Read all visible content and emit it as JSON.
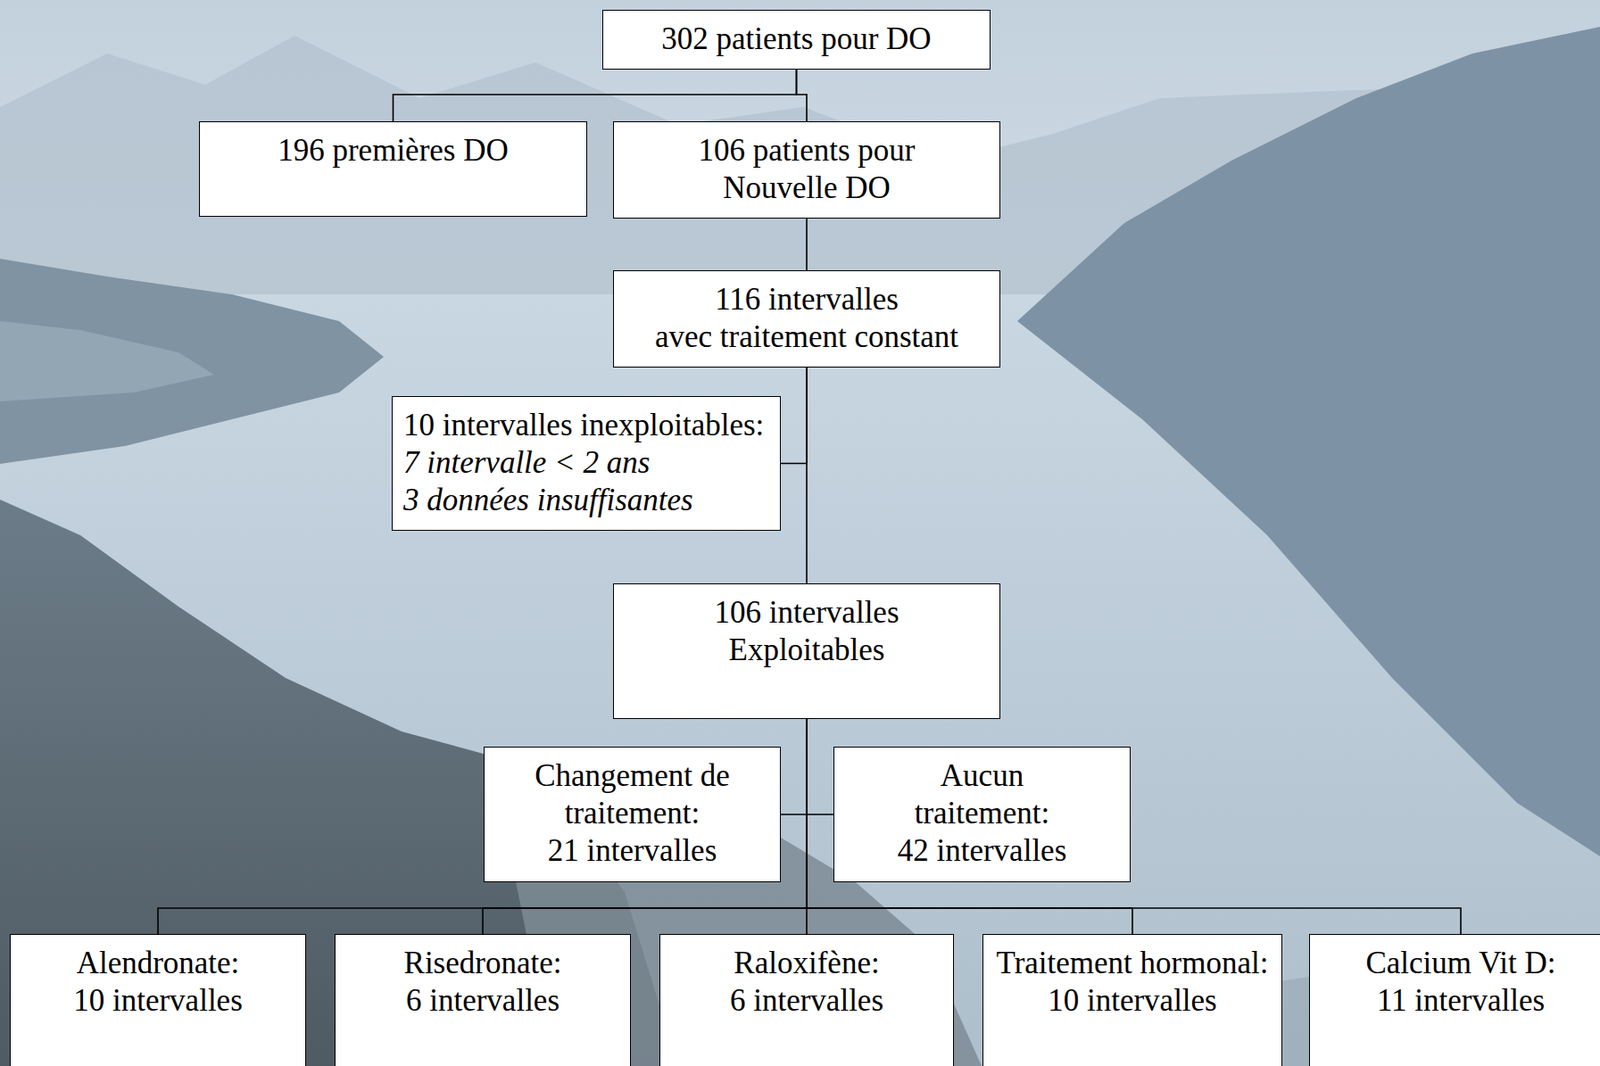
{
  "diagram": {
    "nodes": [
      {
        "text": [
          "302 patients pour DO"
        ]
      },
      {
        "text": [
          "196 premières DO"
        ]
      },
      {
        "text": [
          "106 patients pour Nouvelle DO"
        ]
      },
      {
        "text": [
          "116 intervalles avec traitement constant"
        ]
      },
      {
        "text": [
          "10 intervalles inexploitables:",
          "7 intervalle < 2 ans",
          "3 données insuffisantes"
        ]
      },
      {
        "text": [
          "106 intervalles Exploitables"
        ]
      },
      {
        "text": [
          "Changement de traitement: 21 intervalles"
        ]
      },
      {
        "text": [
          "Aucun traitement: 42 intervalles"
        ]
      },
      {
        "text": [
          "Alendronate: 10 intervalles"
        ]
      },
      {
        "text": [
          "Risedronate: 6 intervalles"
        ]
      },
      {
        "text": [
          "Raloxifène: 6 intervalles"
        ]
      },
      {
        "text": [
          "Traitement hormonal: 10 intervalles"
        ]
      },
      {
        "text": [
          "Calcium Vit D: 11 intervalles"
        ]
      }
    ],
    "edges": [
      {
        "from": 0,
        "to": 1,
        "arrow": "none"
      },
      {
        "from": 0,
        "to": 2,
        "arrow": "none"
      },
      {
        "from": 2,
        "to": 3,
        "arrow": "none"
      },
      {
        "from": 3,
        "to": 4,
        "arrow": "none"
      },
      {
        "from": 3,
        "to": 5,
        "arrow": "none"
      },
      {
        "from": 5,
        "to": 6,
        "arrow": "none"
      },
      {
        "from": 5,
        "to": 7,
        "arrow": "none"
      },
      {
        "from": 5,
        "to": 8,
        "arrow": "none"
      },
      {
        "from": 5,
        "to": 9,
        "arrow": "none"
      },
      {
        "from": 5,
        "to": 10,
        "arrow": "none"
      },
      {
        "from": 5,
        "to": 11,
        "arrow": "none"
      },
      {
        "from": 5,
        "to": 12,
        "arrow": "none"
      }
    ]
  }
}
